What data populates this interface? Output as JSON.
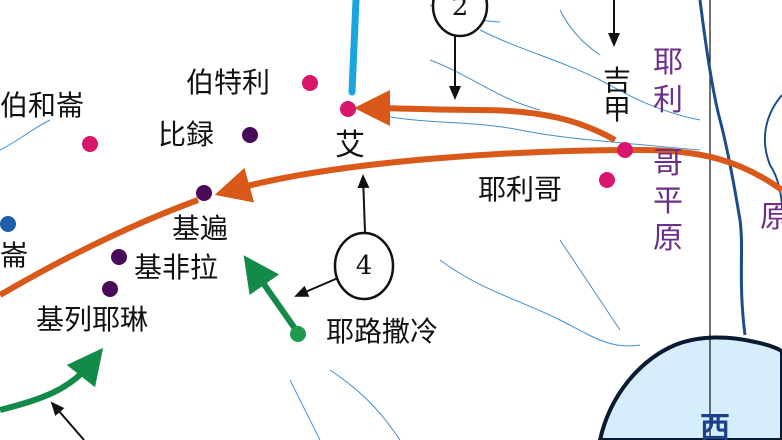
{
  "places": {
    "ai": "艾",
    "boteli": "伯特利",
    "bilu": "比録",
    "bohelun": "伯和崙",
    "jibian": "基遍",
    "jifeila": "基非拉",
    "jilieyelin": "基列耶琳",
    "yelusaleng": "耶路撒冷",
    "jijia": "吉甲",
    "yeligo": "耶利哥",
    "lun_partial": "崙"
  },
  "regions": {
    "jericho_plain": [
      "耶",
      "利",
      "哥",
      "平",
      "原"
    ],
    "right_partial": [
      "原"
    ]
  },
  "sea_partial": "西",
  "markers": {
    "route_2": "2",
    "route_4": "4"
  },
  "colors": {
    "canaanite_city": "#d8166b",
    "israelite_city": "#4a0a5a",
    "jerusalem": "#1e9a4e",
    "other_city": "#1c5fa8",
    "route_orange": "#d9591a",
    "route_green": "#138a47",
    "route_blue": "#1ba4dd",
    "river": "#3f8fd0",
    "sea": "#d6eefb",
    "region_text": "#6b2f86"
  }
}
